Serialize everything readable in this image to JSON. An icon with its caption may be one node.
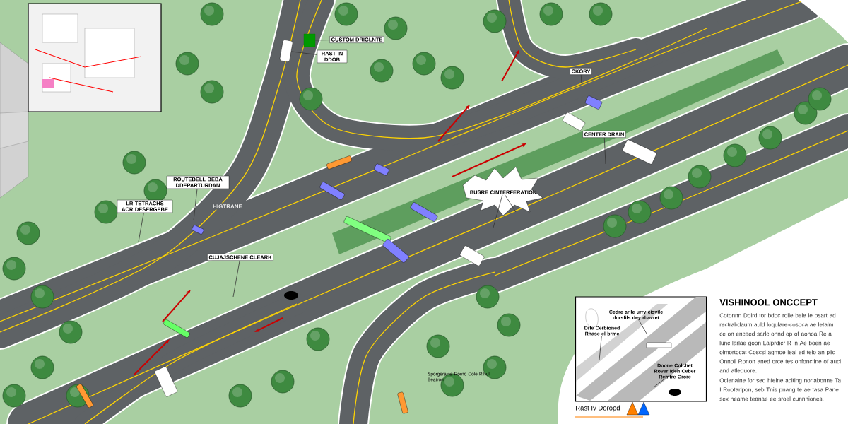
{
  "diagram": {
    "nodes": [
      {
        "text": [
          "CUSTOM DRIGLNTE"
        ]
      },
      {
        "text": [
          "RAST IN DDOB"
        ]
      },
      {
        "text": [
          "CKORY"
        ]
      },
      {
        "text": [
          "CENTER DRAIN"
        ]
      },
      {
        "text": [
          "ROUTEBELL BEBA DDEPARTURDAN"
        ]
      },
      {
        "text": [
          "BUSRE CINTERFERATION"
        ]
      },
      {
        "text": [
          "LR TETRACHS ACR DESERGEBE"
        ]
      },
      {
        "text": [
          "CUJAJSCHENE CLEARK"
        ]
      },
      {
        "text": [],
        "shape": "picture"
      },
      {
        "text": [
          "Cedre arlle urry cisvile dorsfils dey rbavret"
        ],
        "in": 8
      },
      {
        "text": [
          "Drle Cerbioned Rhase el brme"
        ],
        "in": 8
      },
      {
        "text": [
          "Doone Colchet Rover Ideh Ceber Remtre Grore"
        ],
        "in": 8
      },
      {
        "text": [],
        "shape": "car"
      },
      {
        "text": [],
        "shape": "box"
      }
    ],
    "edges": [
      {
        "from": 0,
        "to": 13,
        "arrow": "none"
      },
      {
        "from": 1,
        "to": 12,
        "arrow": "none"
      },
      {
        "from": 2,
        "to": null,
        "arrow": "none"
      },
      {
        "from": 3,
        "to": null,
        "arrow": "none"
      },
      {
        "from": 4,
        "to": null,
        "arrow": "none"
      },
      {
        "from": 5,
        "to": null,
        "arrow": "none"
      },
      {
        "from": 5,
        "to": null,
        "arrow": "none"
      },
      {
        "from": 6,
        "to": null,
        "arrow": "none"
      },
      {
        "from": 7,
        "to": null,
        "arrow": "none"
      },
      {
        "from": 9,
        "to": null,
        "arrow": "none"
      },
      {
        "from": 10,
        "to": null,
        "arrow": "none"
      },
      {
        "from": 11,
        "to": null,
        "arrow": "none"
      }
    ],
    "labels": [
      "HIGTRANE",
      "Sporgeraina Rorno Cole Rlhull Beatron",
      "VISHINOOL ONCCEPT",
      "Cotonnn Dolrd tor bdoc rolle bele le bsart ad rectrabdaum auld loqulare-cosoca ae letalm ce on encaed sarlc onnd op of aonoa Re a lunc larlae goon Lalprdicr R in Ae boen ae olmortocat Coscsl agmoe leal ed telo an plic Onnoll Ronon aned orce tes onfonctine of aucl and atleduore.",
      "Oclenalne for sed hfeine aclting norlabonne Ta I Rootarlpon, seb Tnis pnang te ae tasa Pane sex neame teanae ee sroel cunnniones."
    ],
    "legend": [
      {
        "text": "Rast Iv Doropd"
      }
    ]
  }
}
